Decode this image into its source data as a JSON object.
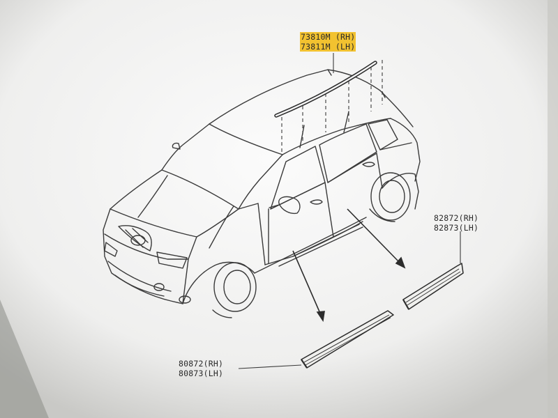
{
  "roof_rail": {
    "part_rh": "73810M (RH)",
    "part_lh": "73811M (LH)",
    "highlight_color": "#f2c230"
  },
  "front_door_molding": {
    "part_rh": "80872(RH)",
    "part_lh": "80873(LH)"
  },
  "rear_door_molding": {
    "part_rh": "82872(RH)",
    "part_lh": "82873(LH)"
  }
}
